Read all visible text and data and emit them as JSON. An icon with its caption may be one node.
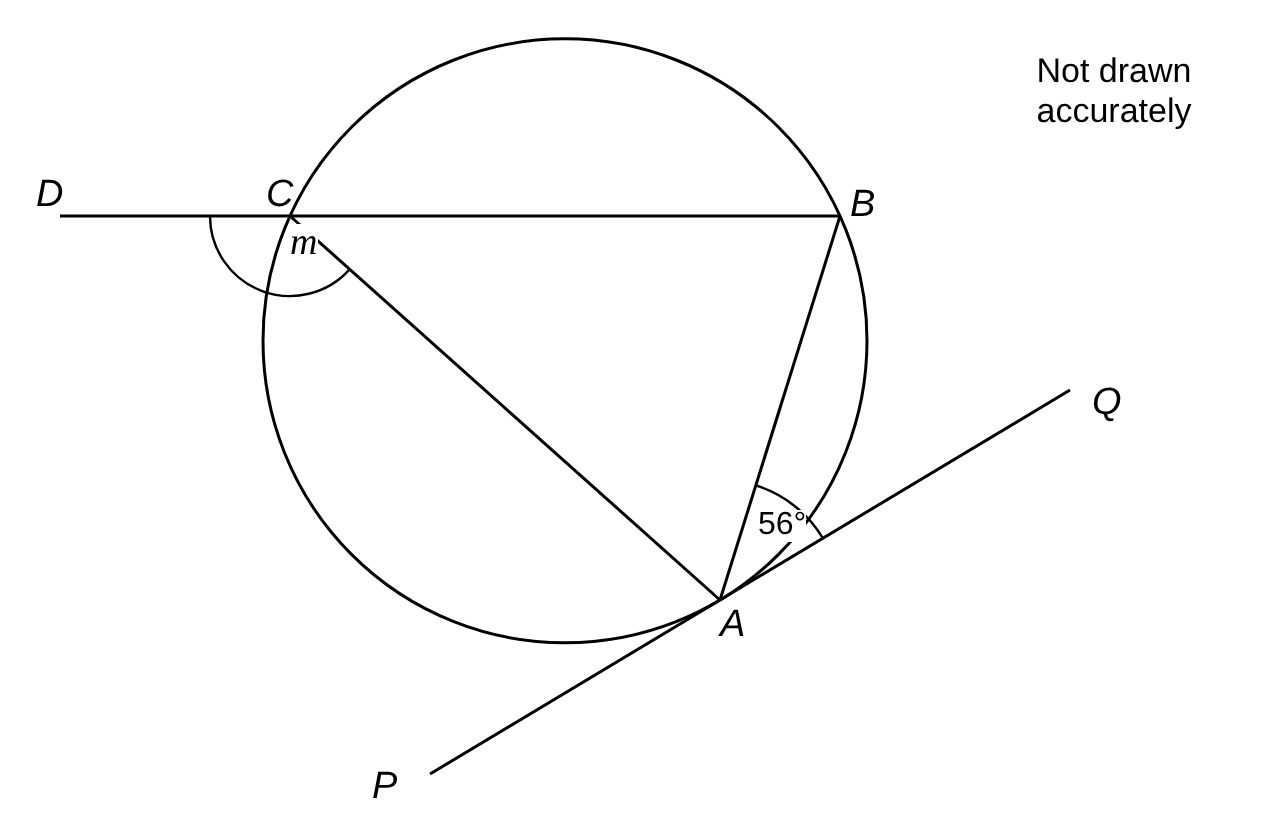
{
  "diagram": {
    "nodes": [
      {
        "text": [
          "D"
        ]
      },
      {
        "text": [
          "C"
        ]
      },
      {
        "text": [
          "B"
        ]
      },
      {
        "text": [
          "A"
        ]
      },
      {
        "text": [
          "Q"
        ]
      },
      {
        "text": [
          "P"
        ]
      }
    ],
    "edges": [
      {
        "from": 0,
        "to": 1,
        "arrow": "none"
      },
      {
        "from": 1,
        "to": 2,
        "arrow": "none"
      },
      {
        "from": 1,
        "to": 3,
        "arrow": "none"
      },
      {
        "from": 2,
        "to": 3,
        "arrow": "none"
      },
      {
        "from": 5,
        "to": 3,
        "arrow": "none"
      },
      {
        "from": 3,
        "to": 4,
        "arrow": "none"
      }
    ],
    "labels": [
      "Not drawn accurately",
      "m",
      "56°"
    ]
  }
}
